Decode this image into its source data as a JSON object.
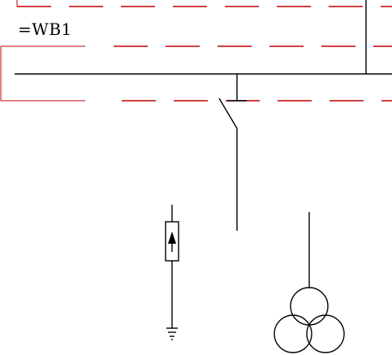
{
  "diagram": {
    "bay_label": "=WB1",
    "colors": {
      "frame": "#c00000",
      "line": "#000000",
      "background": "#ffffff"
    },
    "symbols": [
      "busbar",
      "disconnector-switch",
      "surge-arrester",
      "earth-ground",
      "three-winding-transformer"
    ]
  }
}
